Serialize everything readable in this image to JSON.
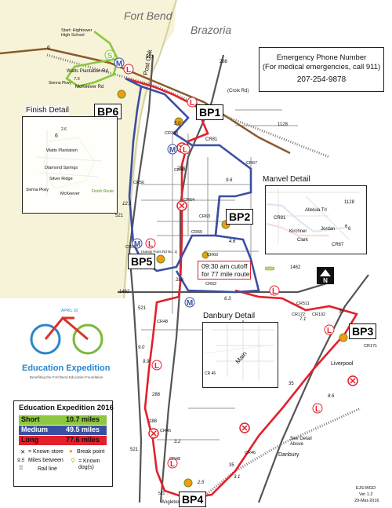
{
  "counties": {
    "left": "Fort Bend",
    "right": "Brazoria"
  },
  "emergency": {
    "title": "Emergency Phone Number",
    "subtitle": "(For medical emergencies, call 911)",
    "phone": "207-254-9878"
  },
  "breakpoints": {
    "bp1": "BP1",
    "bp2": "BP2",
    "bp3": "BP3",
    "bp4": "BP4",
    "bp5": "BP5",
    "bp6": "BP6"
  },
  "start_label": "Start: Hightower High School",
  "cutoff": {
    "line1": "09:30 am cutoff",
    "line2": "for 77 mile route"
  },
  "insets": {
    "finish": {
      "title": "Finish Detail",
      "labels": [
        "Watts Plantation",
        "Diamond Springs",
        "Silver Ridge",
        "Sienna Pkwy",
        "McKeever",
        "Finish Route"
      ]
    },
    "manvel": {
      "title": "Manvel Detail",
      "labels": [
        "CR81",
        "Alleluia Trl",
        "Kirchner",
        "Jordan",
        "Clark",
        "CR67",
        "1128",
        "6"
      ]
    },
    "danbury": {
      "title": "Danbury Detail",
      "labels": [
        "Main",
        "CR 46"
      ]
    }
  },
  "roads": {
    "post_oak": "Post Oak",
    "watts": "Watts Plantation Rd",
    "mckeever": "McKeever Rd",
    "sienna": "Sienna Pkwy",
    "croix": "(Croix Rd)",
    "sandy_point": "(Sandy Point Rd No. 1)",
    "cr_labels": [
      "CR383",
      "CR81",
      "CR48",
      "CR56",
      "CR64",
      "CR63",
      "CR65",
      "CR59",
      "CR60",
      "CR62",
      "CR67",
      "CR511",
      "CR172",
      "CR192",
      "CR171",
      "CR48",
      "CR45",
      "CR48",
      "CR46"
    ],
    "shields": [
      "6",
      "521",
      "288",
      "1128",
      "6",
      "288",
      "521",
      "288",
      "1462",
      "1462",
      "521",
      "288",
      "521",
      "35",
      "35",
      "35",
      "288",
      "521",
      "6"
    ],
    "towns": [
      "Liverpool",
      "Danbury",
      "Angleton"
    ]
  },
  "distances": [
    "2.6",
    "7.5",
    "5.0",
    "9.6",
    "12.1",
    "4.6",
    "6.3",
    "9.9",
    "9.0",
    "7.1",
    "3.2",
    "8.6",
    "2.5",
    "3.1"
  ],
  "see_detail": "See Detail Above",
  "logo": {
    "title": "Education Expedition",
    "tagline": "Benefiting the Fort Bend Education Foundation",
    "date": "APRIL 16"
  },
  "legend": {
    "title": "Education Expedition 2016",
    "routes": [
      {
        "name": "Short",
        "miles": "10.7 miles",
        "color": "#8dc63f"
      },
      {
        "name": "Medium",
        "miles": "49.5 miles",
        "color": "#3a4fa3"
      },
      {
        "name": "Long",
        "miles": "77.6 miles",
        "color": "#e2202b"
      }
    ],
    "known_store": "= Known store",
    "break_point": "Break point",
    "miles_between": "Miles between",
    "miles_value": "9.5",
    "rail": "Rail line",
    "dogs": "= Known dog(s)"
  },
  "footer": {
    "author": "EJS:WGD",
    "version": "Ver 1.2",
    "date": "29-Mar-2016"
  },
  "colors": {
    "short": "#8dc63f",
    "medium": "#3a4fa3",
    "long": "#e2202b",
    "county_shade": "#f7f3d8",
    "road": "#8a5a2e",
    "highway": "#555555"
  }
}
